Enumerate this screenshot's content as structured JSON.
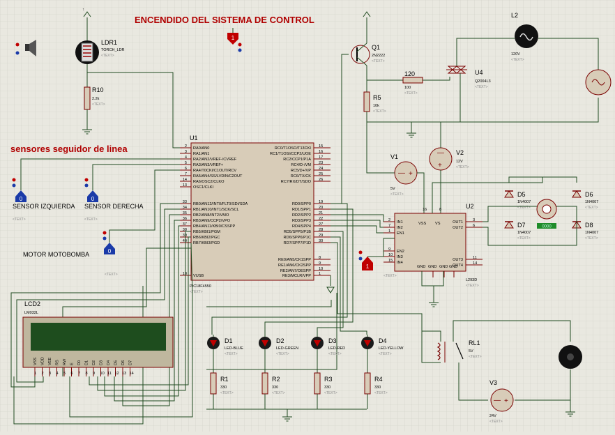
{
  "title": "ENCENDIDO DEL SISTEMA DE CONTROL",
  "section_label": "sensores seguidor de linea",
  "colors": {
    "background": "#e9e8e0",
    "grid": "#cfcfc4",
    "wire": "#1f4a1f",
    "component_fill": "#d8ccb8",
    "component_border": "#7a0000",
    "title_red": "#b00000",
    "terminal_blue": "#1a3aa8",
    "terminal_red": "#c00000"
  },
  "sensor_labels": {
    "left": "SENSOR IZQUIERDA",
    "right": "SENSOR DERECHA",
    "pump": "MOTOR MOTOBOMBA"
  },
  "text_placeholder": "<TEXT>",
  "u1": {
    "ref": "U1",
    "part": "PIC18F4550",
    "vusb": "VUSB",
    "left_pins": [
      {
        "num": "2",
        "name": "RA0/AN0"
      },
      {
        "num": "3",
        "name": "RA1/AN1"
      },
      {
        "num": "4",
        "name": "RA2/AN2/VREF-/CVREF"
      },
      {
        "num": "5",
        "name": "RA3/AN3/VREF+"
      },
      {
        "num": "6",
        "name": "RA4/T0CKI/C1OUT/RCV"
      },
      {
        "num": "7",
        "name": "RA5/AN4/SS/LVDIN/C2OUT"
      },
      {
        "num": "14",
        "name": "RA6/OSC2/CLKO"
      },
      {
        "num": "13",
        "name": "OSC1/CLKI"
      },
      {
        "num": "33",
        "name": "RB0/AN12/INT0/FLT0/SDI/SDA"
      },
      {
        "num": "34",
        "name": "RB1/AN10/INT1/SCK/SCL"
      },
      {
        "num": "35",
        "name": "RB2/AN8/INT2/VMO"
      },
      {
        "num": "36",
        "name": "RB3/AN9/CCP2/VPO"
      },
      {
        "num": "37",
        "name": "RB4/AN11/KBI0/CSSPP"
      },
      {
        "num": "38",
        "name": "RB5/KBI1/PGM"
      },
      {
        "num": "39",
        "name": "RB6/KBI2/PGC"
      },
      {
        "num": "40",
        "name": "RB7/KBI3/PGD"
      },
      {
        "num": "18",
        "name": "VUSB"
      }
    ],
    "right_pins": [
      {
        "num": "15",
        "name": "RC0/T1OSO/T13CKI"
      },
      {
        "num": "16",
        "name": "RC1/T1OSI/CCP2/UOE"
      },
      {
        "num": "17",
        "name": "RC2/CCP1/P1A"
      },
      {
        "num": "23",
        "name": "RC4/D-/VM"
      },
      {
        "num": "24",
        "name": "RC5/D+/VP"
      },
      {
        "num": "25",
        "name": "RC6/TX/CK"
      },
      {
        "num": "26",
        "name": "RC7/RX/DT/SDO"
      },
      {
        "num": "19",
        "name": "RD0/SPP0"
      },
      {
        "num": "20",
        "name": "RD1/SPP1"
      },
      {
        "num": "21",
        "name": "RD2/SPP2"
      },
      {
        "num": "22",
        "name": "RD3/SPP3"
      },
      {
        "num": "27",
        "name": "RD4/SPP4"
      },
      {
        "num": "28",
        "name": "RD5/SPP5/P1B"
      },
      {
        "num": "29",
        "name": "RD6/SPP6/P1C"
      },
      {
        "num": "30",
        "name": "RD7/SPP7/P1D"
      },
      {
        "num": "8",
        "name": "RE0/AN5/CK1SPP"
      },
      {
        "num": "9",
        "name": "RE1/AN6/CK2SPP"
      },
      {
        "num": "10",
        "name": "RE2/AN7/OESPP"
      },
      {
        "num": "1",
        "name": "RE3/MCLR/VPP"
      }
    ]
  },
  "u2": {
    "ref": "U2",
    "part": "L293D",
    "pins_left": [
      {
        "num": "2",
        "name": "IN1"
      },
      {
        "num": "7",
        "name": "IN2"
      },
      {
        "num": "1",
        "name": "EN1"
      },
      {
        "num": "9",
        "name": "EN2"
      },
      {
        "num": "10",
        "name": "IN3"
      },
      {
        "num": "15",
        "name": "IN4"
      }
    ],
    "pins_right": [
      {
        "num": "3",
        "name": "OUT1"
      },
      {
        "num": "6",
        "name": "OUT2"
      },
      {
        "num": "11",
        "name": "OUT3"
      },
      {
        "num": "14",
        "name": "OUT4"
      }
    ],
    "top": [
      {
        "num": "16",
        "name": "VSS"
      },
      {
        "num": "8",
        "name": "VS"
      }
    ],
    "bottom": [
      "GND",
      "GND",
      "GND",
      "GND"
    ]
  },
  "lcd": {
    "ref": "LCD2",
    "part": "LM032L",
    "pin_names": [
      "VSS",
      "VDD",
      "VEE",
      "RS",
      "RW",
      "E",
      "D0",
      "D1",
      "D2",
      "D3",
      "D4",
      "D5",
      "D6",
      "D7"
    ],
    "pin_nums": [
      "1",
      "2",
      "3",
      "4",
      "5",
      "6",
      "7",
      "8",
      "9",
      "10",
      "11",
      "12",
      "13",
      "14"
    ]
  },
  "ldr": {
    "ref": "LDR1",
    "part": "TORCH_LDR"
  },
  "transistor": {
    "ref": "Q1",
    "part": "2N2222"
  },
  "triac": {
    "ref": "U4",
    "part": "Q2004L3"
  },
  "lamp": {
    "ref": "L2",
    "value": "120V"
  },
  "relay": {
    "ref": "RL1",
    "value": "5V"
  },
  "sources": [
    {
      "ref": "V1",
      "value": "5V"
    },
    {
      "ref": "V2",
      "value": "12V"
    },
    {
      "ref": "V3",
      "value": "24V"
    }
  ],
  "resistors": [
    {
      "ref": "R10",
      "value": "2.2k"
    },
    {
      "ref": "R5",
      "value": "10k"
    },
    {
      "ref": "120",
      "value": "100"
    },
    {
      "ref": "R1",
      "value": "330"
    },
    {
      "ref": "R2",
      "value": "330"
    },
    {
      "ref": "R3",
      "value": "330"
    },
    {
      "ref": "R4",
      "value": "330"
    }
  ],
  "leds": [
    {
      "ref": "D1",
      "part": "LED-BLUE"
    },
    {
      "ref": "D2",
      "part": "LED-GREEN"
    },
    {
      "ref": "D3",
      "part": "LED-RED"
    },
    {
      "ref": "D4",
      "part": "LED-YELLOW"
    }
  ],
  "diodes": [
    {
      "ref": "D5",
      "part": "1N4007"
    },
    {
      "ref": "D6",
      "part": "1N4007"
    },
    {
      "ref": "D7",
      "part": "1N4007"
    },
    {
      "ref": "D8",
      "part": "1N4007"
    }
  ],
  "terminal_digits": {
    "power": "1",
    "sensor_left": "0",
    "sensor_right": "0",
    "pump": "0",
    "driver_enable": "1"
  },
  "motor_display": "0000",
  "icons": [
    "speaker-icon",
    "ground-symbol",
    "power-terminal-icon",
    "logic-state-icon",
    "motor-icon",
    "ac-source-icon"
  ]
}
